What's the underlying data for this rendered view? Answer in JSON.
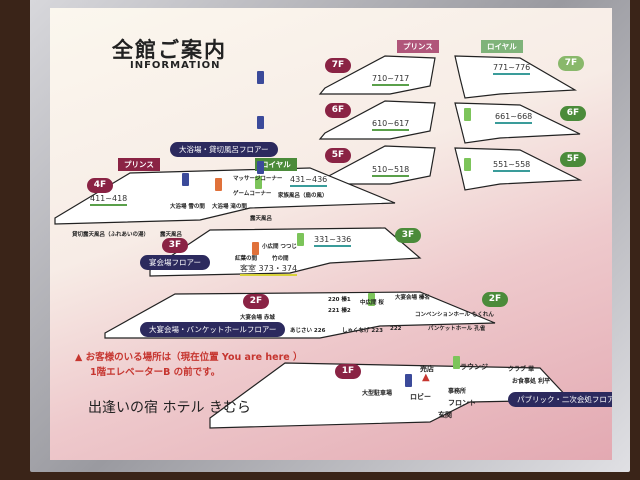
{
  "title": "全館ご案内",
  "subtitle": "INFORMATION",
  "wings": {
    "prince": "プリンス",
    "royal": "ロイヤル"
  },
  "floors": {
    "f7": "7F",
    "f6": "6F",
    "f5": "5F",
    "f4": "4F",
    "f3": "3F",
    "f2": "2F",
    "f1": "1F"
  },
  "rooms": {
    "r7p": "710~717",
    "r7r": "771~776",
    "r6p": "610~617",
    "r6r": "661~668",
    "r5p": "510~518",
    "r5r": "551~558",
    "r4p": "411~418",
    "r4r": "431~436",
    "r3a": "331~336",
    "r3b": "客室 373・374"
  },
  "banners": {
    "f4": "大浴場・貸切風呂フロアー",
    "f3": "宴会場フロアー",
    "f2": "大宴会場・バンケットホールフロアー",
    "f1": "パブリック・二次会処フロアー"
  },
  "labels4": [
    "大浴場 雪の間",
    "大浴場 滝の間",
    "マッサージコーナー",
    "ゲームコーナー",
    "家族風呂（扇の風）",
    "露天風呂",
    "貸切露天風呂（ふれあいの湯）",
    "露天風呂"
  ],
  "labels3": [
    "小広間 つつじ",
    "紅葉の間",
    "竹の間"
  ],
  "labels2": [
    "大宴会場 赤城",
    "220 榛1",
    "221 榛2",
    "中広間 桜",
    "大宴会場 榛名",
    "コンベンションホール もくれん",
    "バンケットホール 孔雀",
    "あじさい 226",
    "しゃくなげ 223",
    "222"
  ],
  "labels1": [
    "売店",
    "ラウンジ",
    "クラブ 華",
    "お食事処 利平",
    "ロビー",
    "事務所",
    "フロント",
    "玄関",
    "大型駐車場"
  ],
  "notice": {
    "line1": "お客様のいる場所は（現在位置 You are here ）",
    "line2": "1階エレベーターB の前です。"
  },
  "logo": "出逢いの宿 ホテル きむら"
}
